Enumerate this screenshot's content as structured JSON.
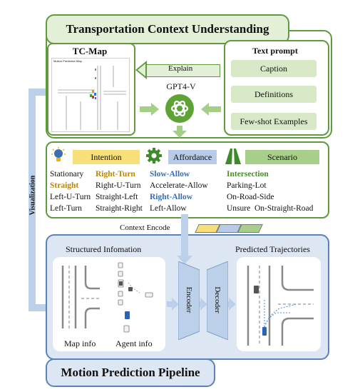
{
  "top_title": "Transportation Context Understanding",
  "tcmap": {
    "title": "TC-Map",
    "inner_caption": "Motion Prediction Map"
  },
  "explain_label": "Explain",
  "gpt_label": "GPT4-V",
  "text_prompt": {
    "title": "Text prompt",
    "items": [
      "Caption",
      "Definitions",
      "Few-shot Examples"
    ]
  },
  "intention": {
    "header": "Intention",
    "col1": [
      "Stationary",
      "Straight",
      "Left-U-Turn",
      "Left-Turn"
    ],
    "col2": [
      "Right-Turn",
      "Right-U-Turn",
      "Straight-Left",
      "Straight-Right"
    ]
  },
  "affordance": {
    "header": "Affordance",
    "items": [
      "Slow-Allow",
      "Accelerate-Allow",
      "Right-Allow",
      "Left-Allow"
    ]
  },
  "scenario": {
    "header": "Scenario",
    "items": [
      "Intersection",
      "Parking-Lot",
      "On-Road-Side",
      "Unsure  On-Straight-Road"
    ]
  },
  "side_label": "Visualization",
  "context_encode": "Context Encode",
  "structured": {
    "title": "Structured Infomation",
    "map_info": "Map info",
    "agent_info": "Agent info"
  },
  "encoder": "Encoder",
  "decoder": "Decoder",
  "predicted": "Predicted Trajectories",
  "bottom_title": "Motion Prediction Pipeline",
  "colors": {
    "green_border": "#5f9a3c",
    "green_fill": "#d8e9c7",
    "blue_border": "#5a84b6",
    "blue_fill": "#dde6f3",
    "intention_hdr": "#f7e07a",
    "affordance_hdr": "#b7cbe8",
    "scenario_hdr": "#a8cf8a",
    "gold_text": "#b8860b",
    "blue_text": "#3c6db3",
    "green_text": "#4a8a2a"
  }
}
